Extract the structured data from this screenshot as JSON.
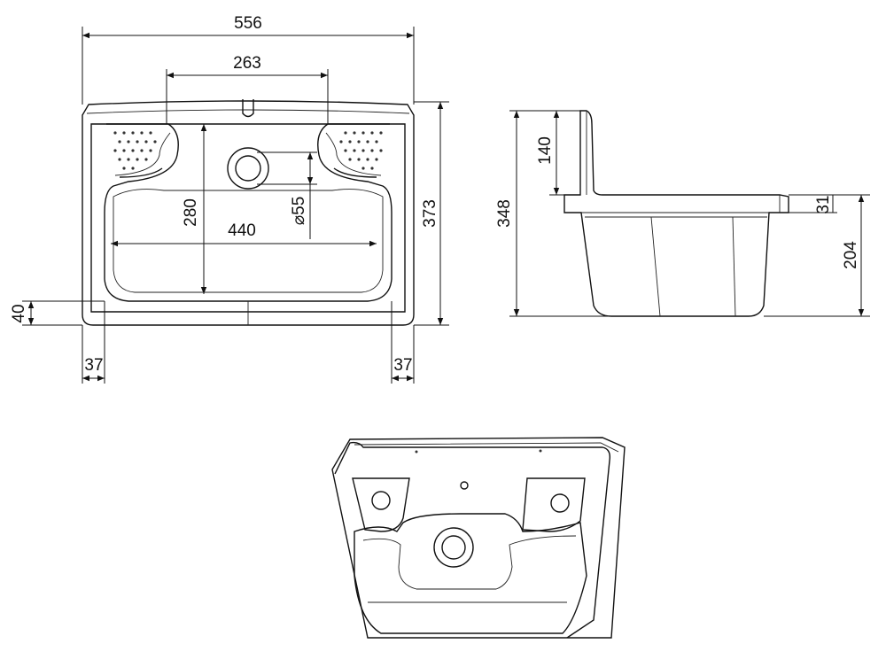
{
  "dimensions": {
    "width_total": "556",
    "soap_dish_spacing": "263",
    "basin_depth": "280",
    "basin_width": "440",
    "drain_diameter": "⌀55",
    "depth_total": "373",
    "front_rim": "40",
    "side_rim_left": "37",
    "side_rim_right": "37",
    "height_total": "348",
    "backsplash_height": "140",
    "rim_thickness": "31",
    "bowl_height": "204"
  }
}
